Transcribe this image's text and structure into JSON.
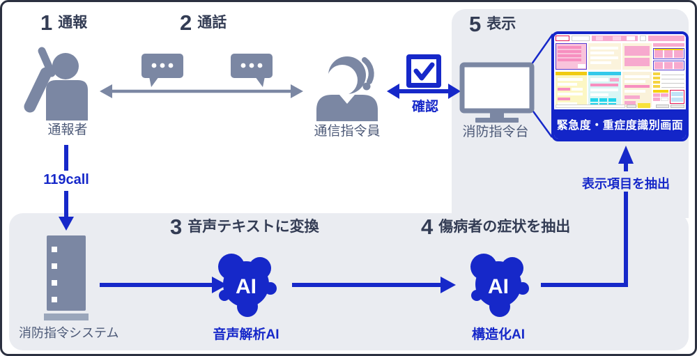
{
  "colors": {
    "brand_blue": "#1628c9",
    "icon_gray": "#7b87a3",
    "panel_gray": "#eaecf1",
    "title_navy": "#333c54",
    "label_gray": "#4d5a78",
    "screen_banner_bg": "#1325c8"
  },
  "steps": [
    {
      "num": "1",
      "label": "通報"
    },
    {
      "num": "2",
      "label": "通話"
    },
    {
      "num": "3",
      "label": "音声テキストに変換"
    },
    {
      "num": "4",
      "label": "傷病者の症状を抽出"
    },
    {
      "num": "5",
      "label": "表示"
    }
  ],
  "labels": {
    "caller": "通報者",
    "dispatcher": "通信指令員",
    "console": "消防指令台",
    "system": "消防指令システム",
    "voice_ai": "音声解析AI",
    "struct_ai": "構造化AI"
  },
  "annotations": {
    "call119": "119call",
    "confirm": "確認",
    "extract_items": "表示項目を抽出",
    "ai_badge": "AI",
    "screen_banner": "緊急度・重症度識別画面"
  }
}
